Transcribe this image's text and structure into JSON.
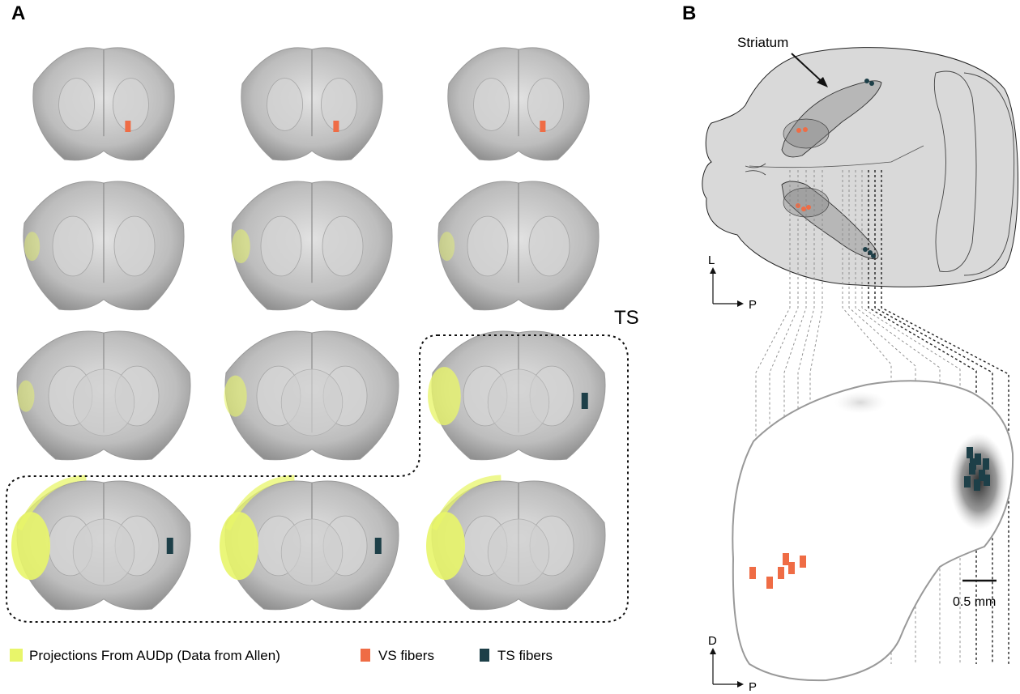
{
  "panel_a": {
    "label": "A",
    "group_label": "TS",
    "legend": {
      "projection_label": "Projections From AUDp (Data from Allen)",
      "vs_label": "VS fibers",
      "ts_label": "TS fibers"
    }
  },
  "panel_b": {
    "label": "B",
    "striatum_label": "Striatum",
    "axis_top": {
      "vertical": "L",
      "horizontal": "P"
    },
    "axis_bottom": {
      "vertical": "D",
      "horizontal": "P"
    },
    "scale_bar_label": "0.5 mm"
  },
  "colors": {
    "projection": "#e8f56a",
    "vs_fiber": "#ef6c45",
    "ts_fiber": "#1d3f48",
    "brain_fill": "#c9c9c9",
    "brain_outline": "#8a8a8a"
  }
}
